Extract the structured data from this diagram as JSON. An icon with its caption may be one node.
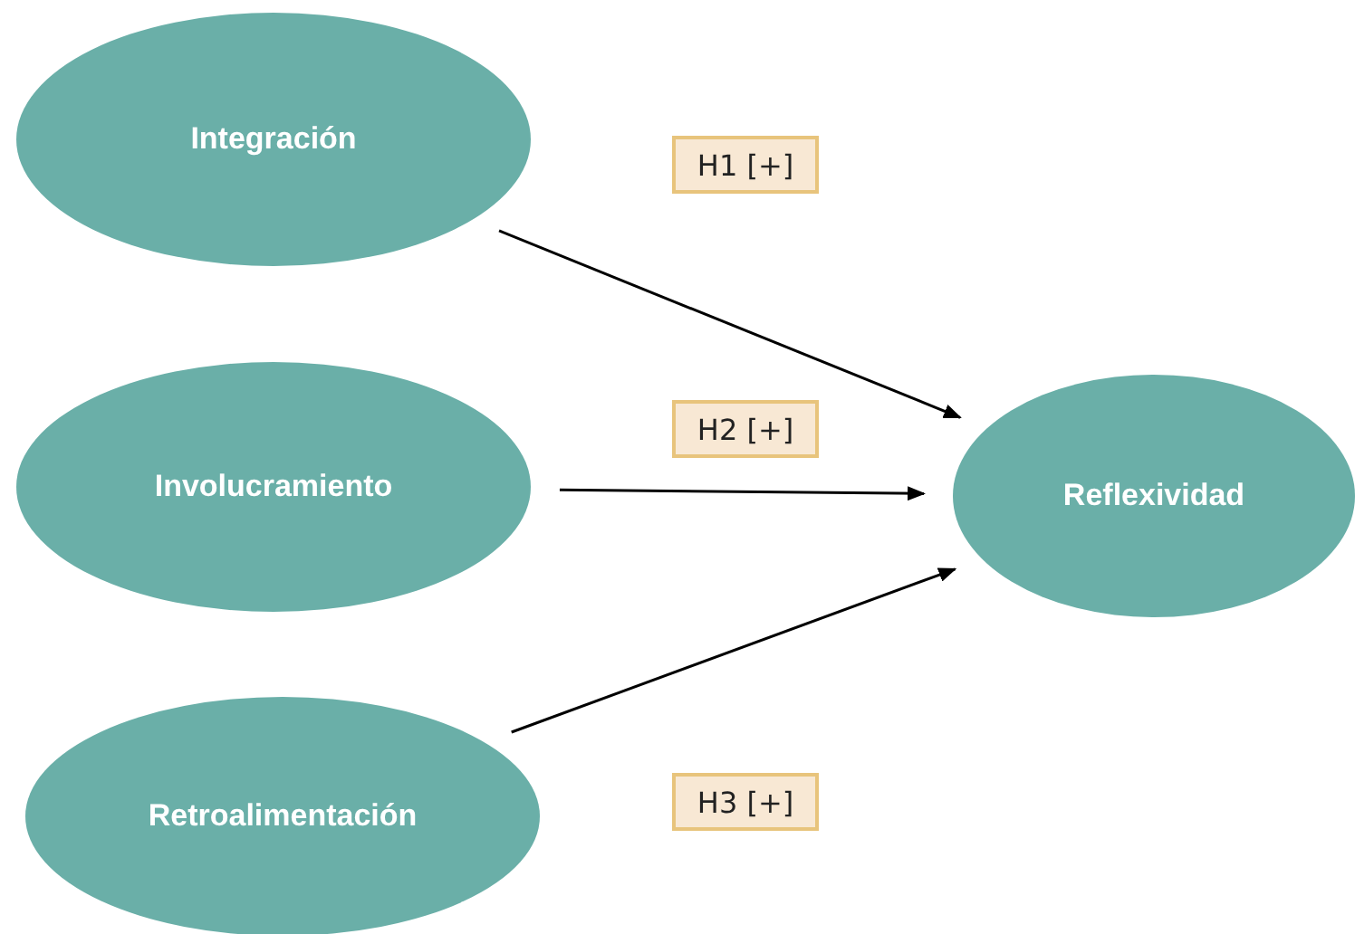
{
  "diagram": {
    "nodes": [
      {
        "text": [
          "Integración"
        ]
      },
      {
        "text": [
          "Involucramiento"
        ]
      },
      {
        "text": [
          "Retroalimentación"
        ]
      },
      {
        "text": [
          "Reflexividad"
        ]
      }
    ],
    "edges": [
      {
        "from": 0,
        "to": 3,
        "arrow": "to",
        "label": "H1 [+]"
      },
      {
        "from": 1,
        "to": 3,
        "arrow": "to",
        "label": "H2 [+]"
      },
      {
        "from": 2,
        "to": 3,
        "arrow": "to",
        "label": "H3 [+]"
      }
    ]
  }
}
